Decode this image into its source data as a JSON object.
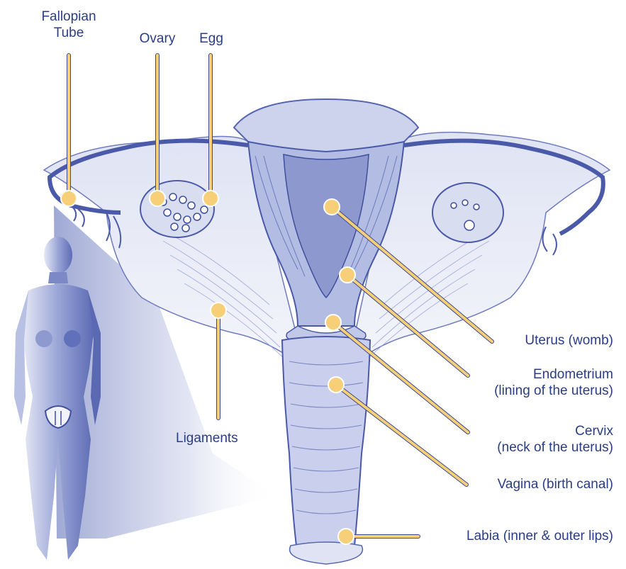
{
  "colors": {
    "illustration": "#4a5aa8",
    "illustration_light": "#c6cde8",
    "shadow": "#8c97cc",
    "leader": "#f6cf78",
    "leader_outline": "#3a4a8e",
    "text": "#2a3d85"
  },
  "labels": {
    "fallopian_tube": {
      "line1": "Fallopian",
      "line2": "Tube"
    },
    "ovary": "Ovary",
    "egg": "Egg",
    "ligaments": "Ligaments",
    "uterus": "Uterus (womb)",
    "endometrium": {
      "line1": "Endometrium",
      "line2": "(lining of the uterus)"
    },
    "cervix": {
      "line1": "Cervix",
      "line2": "(neck of the uterus)"
    },
    "vagina": "Vagina (birth canal)",
    "labia": "Labia (inner & outer lips)"
  }
}
